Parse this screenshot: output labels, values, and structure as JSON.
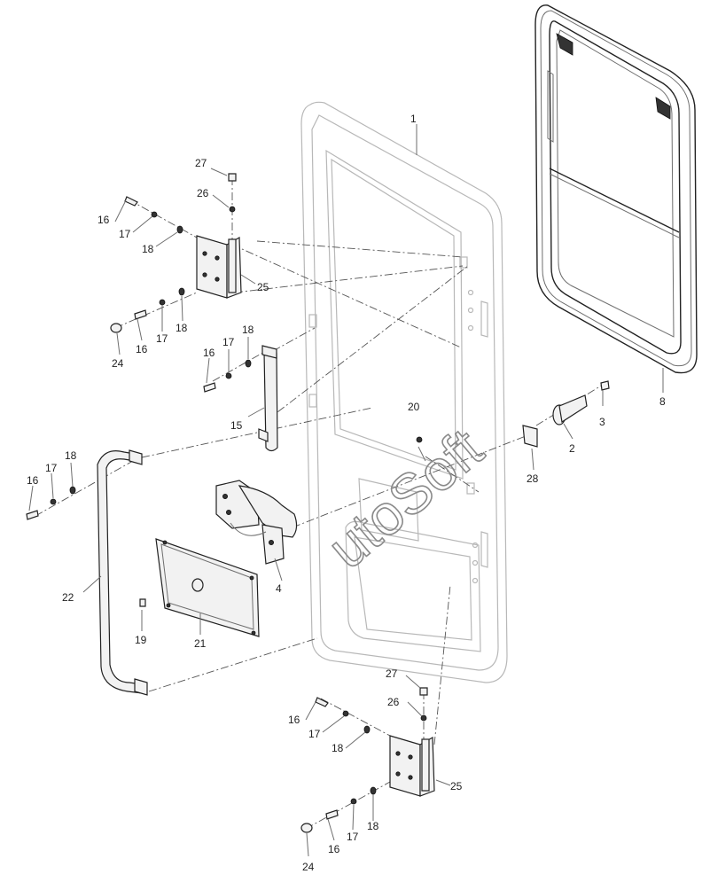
{
  "watermark": "utoSoft",
  "callouts": [
    {
      "id": "c1",
      "text": "1"
    },
    {
      "id": "c2",
      "text": "2"
    },
    {
      "id": "c3",
      "text": "3"
    },
    {
      "id": "c4",
      "text": "4"
    },
    {
      "id": "c8",
      "text": "8"
    },
    {
      "id": "c15",
      "text": "15"
    },
    {
      "id": "c16a",
      "text": "16"
    },
    {
      "id": "c16b",
      "text": "16"
    },
    {
      "id": "c16c",
      "text": "16"
    },
    {
      "id": "c16d",
      "text": "16"
    },
    {
      "id": "c16e",
      "text": "16"
    },
    {
      "id": "c16f",
      "text": "16"
    },
    {
      "id": "c17a",
      "text": "17"
    },
    {
      "id": "c17b",
      "text": "17"
    },
    {
      "id": "c17c",
      "text": "17"
    },
    {
      "id": "c17d",
      "text": "17"
    },
    {
      "id": "c17e",
      "text": "17"
    },
    {
      "id": "c17f",
      "text": "17"
    },
    {
      "id": "c18a",
      "text": "18"
    },
    {
      "id": "c18b",
      "text": "18"
    },
    {
      "id": "c18c",
      "text": "18"
    },
    {
      "id": "c18d",
      "text": "18"
    },
    {
      "id": "c18e",
      "text": "18"
    },
    {
      "id": "c18f",
      "text": "18"
    },
    {
      "id": "c19",
      "text": "19"
    },
    {
      "id": "c20",
      "text": "20"
    },
    {
      "id": "c21",
      "text": "21"
    },
    {
      "id": "c22",
      "text": "22"
    },
    {
      "id": "c24a",
      "text": "24"
    },
    {
      "id": "c24b",
      "text": "24"
    },
    {
      "id": "c25a",
      "text": "25"
    },
    {
      "id": "c25b",
      "text": "25"
    },
    {
      "id": "c26a",
      "text": "26"
    },
    {
      "id": "c26b",
      "text": "26"
    },
    {
      "id": "c27a",
      "text": "27"
    },
    {
      "id": "c27b",
      "text": "27"
    },
    {
      "id": "c28",
      "text": "28"
    }
  ]
}
